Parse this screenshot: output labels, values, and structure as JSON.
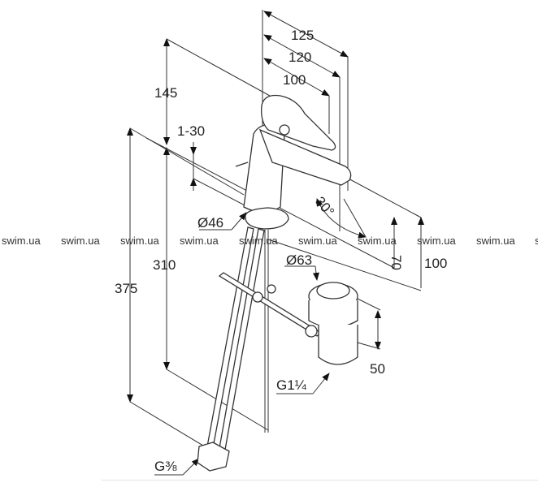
{
  "drawing": {
    "dimensions": {
      "spout_125": "125",
      "spout_120": "120",
      "spout_100": "100",
      "height_145": "145",
      "range_1_30": "1-30",
      "base_diameter": "Ø46",
      "angle": "30°",
      "height_70": "70",
      "height_100": "100",
      "drain_diameter": "Ø63",
      "height_310": "310",
      "height_375": "375",
      "drain_50": "50",
      "drain_thread": "G1¼",
      "supply_thread": "G⅜"
    },
    "watermark": "swim.ua"
  }
}
